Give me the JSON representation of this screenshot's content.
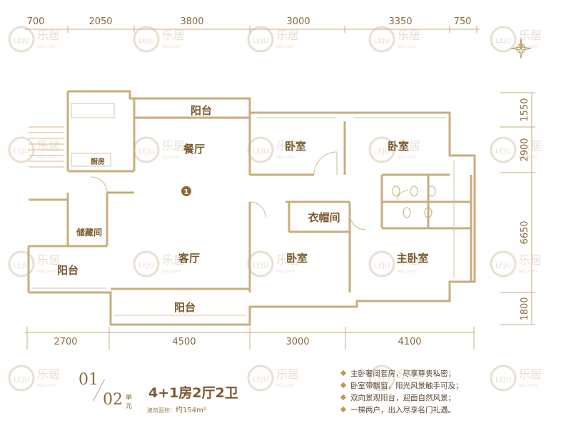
{
  "top_dimensions": [
    "700",
    "2050",
    "3800",
    "3000",
    "3350",
    "750"
  ],
  "bottom_dimensions": [
    "2700",
    "4500",
    "3000",
    "4100"
  ],
  "right_dimensions": [
    "1550",
    "2900",
    "6650",
    "1800"
  ],
  "rooms": {
    "balcony_top": "阳台",
    "dining": "餐厅",
    "bedroom_upper_left": "卧室",
    "bedroom_upper_right": "卧室",
    "kitchen": "厨房",
    "unit_marker": "1",
    "wardrobe": "衣帽间",
    "storage": "储藏间",
    "balcony_left": "阳台",
    "living": "客厅",
    "bedroom_lower": "卧室",
    "master_bedroom": "主卧室",
    "balcony_bottom": "阳台"
  },
  "caption": {
    "unit_a": "01",
    "unit_b": "02",
    "unit_word1": "单",
    "unit_word2": "元",
    "type": "4+1房2厅2卫",
    "area_label": "建筑面积：",
    "area_value": "约154m²"
  },
  "features": [
    "主卧奢阔套房，尽享尊贵私密；",
    "卧室带飘窗，阳光风景触手可及；",
    "双向景观阳台，迎面自然风景；",
    "一梯两户，出入尽享名门礼遇。"
  ],
  "watermark": {
    "brand": "乐居",
    "sub": "LEJU",
    "domain": "leju.com"
  },
  "colors": {
    "wall": "#c9ad7e",
    "text": "#7a5a2e",
    "accent": "#c39a55",
    "watermark": "#e6dccd"
  }
}
